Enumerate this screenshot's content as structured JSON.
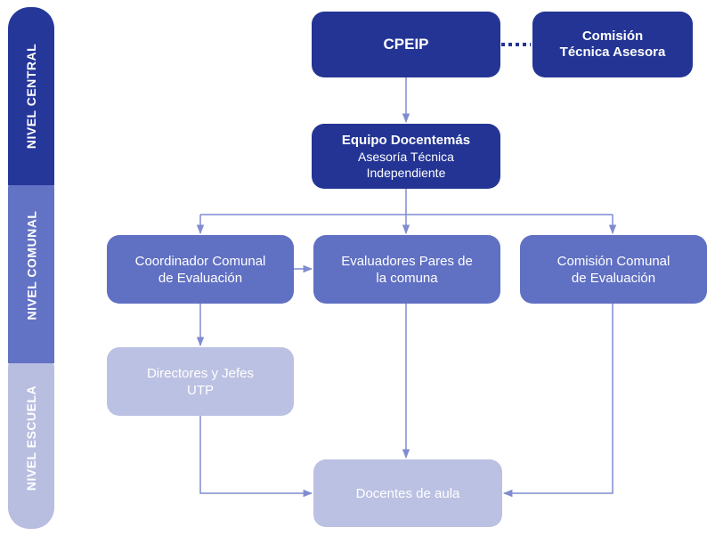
{
  "levels": {
    "central": "NIVEL CENTRAL",
    "comunal": "NIVEL COMUNAL",
    "escuela": "NIVEL ESCUELA"
  },
  "nodes": {
    "cpeip": "CPEIP",
    "comision_tecnica_l1": "Comisión",
    "comision_tecnica_l2": "Técnica Asesora",
    "equipo_l1": "Equipo Docentemás",
    "equipo_l2": "Asesoría Técnica",
    "equipo_l3": "Independiente",
    "coordinador_l1": "Coordinador Comunal",
    "coordinador_l2": "de Evaluación",
    "evaluadores_l1": "Evaluadores Pares de",
    "evaluadores_l2": "la comuna",
    "comision_comunal_l1": "Comisión Comunal",
    "comision_comunal_l2": "de Evaluación",
    "directores_l1": "Directores y Jefes",
    "directores_l2": "UTP",
    "docentes": "Docentes de aula"
  },
  "colors": {
    "dark": "#233494",
    "mid": "#6070c3",
    "light": "#bbc1e2",
    "connector": "#7f8ccf"
  }
}
